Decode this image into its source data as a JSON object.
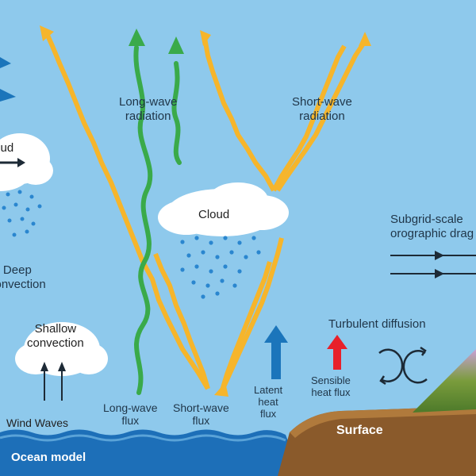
{
  "labels": {
    "long_wave_radiation": [
      "Long-wave",
      "radiation"
    ],
    "short_wave_radiation": [
      "Short-wave",
      "radiation"
    ],
    "cloud_left": "Cloud",
    "cloud_center": "Cloud",
    "deep_convection": [
      "Deep",
      "convection"
    ],
    "shallow_convection": [
      "Shallow",
      "convection"
    ],
    "subgrid_orographic": [
      "Subgrid-scale",
      "orographic drag"
    ],
    "turbulent_diffusion": "Turbulent diffusion",
    "sensible_heat_flux": [
      "Sensible",
      "heat flux"
    ],
    "latent_heat_flux": [
      "Latent",
      "heat",
      "flux"
    ],
    "long_wave_flux": [
      "Long-wave",
      "flux"
    ],
    "short_wave_flux": [
      "Short-wave",
      "flux"
    ],
    "wind_waves": "Wind Waves",
    "surface": "Surface",
    "ocean_model": "Ocean model"
  },
  "colors": {
    "sky": "#8ec9ec",
    "long_wave": "#3aaa4a",
    "short_wave": "#f6b52b",
    "latent": "#1b75bb",
    "sensible": "#e8202a",
    "ocean": "#1d6fb8",
    "land": "#8a5a2b"
  }
}
